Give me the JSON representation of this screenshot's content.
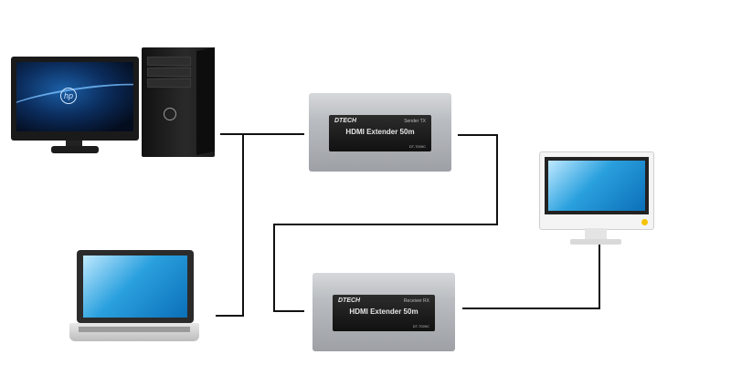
{
  "sender": {
    "brand": "DTECH",
    "role": "Sender TX",
    "product": "HDMI Extender 50m",
    "model": "DT-7009C"
  },
  "receiver": {
    "brand": "DTECH",
    "role": "Receiver RX",
    "product": "HDMI Extender 50m",
    "model": "DT-7009C"
  },
  "monitor_logo": "hp",
  "colors": {
    "wire": "#111111",
    "screen_blue": "#2aa0de",
    "led": "#f5c400"
  }
}
